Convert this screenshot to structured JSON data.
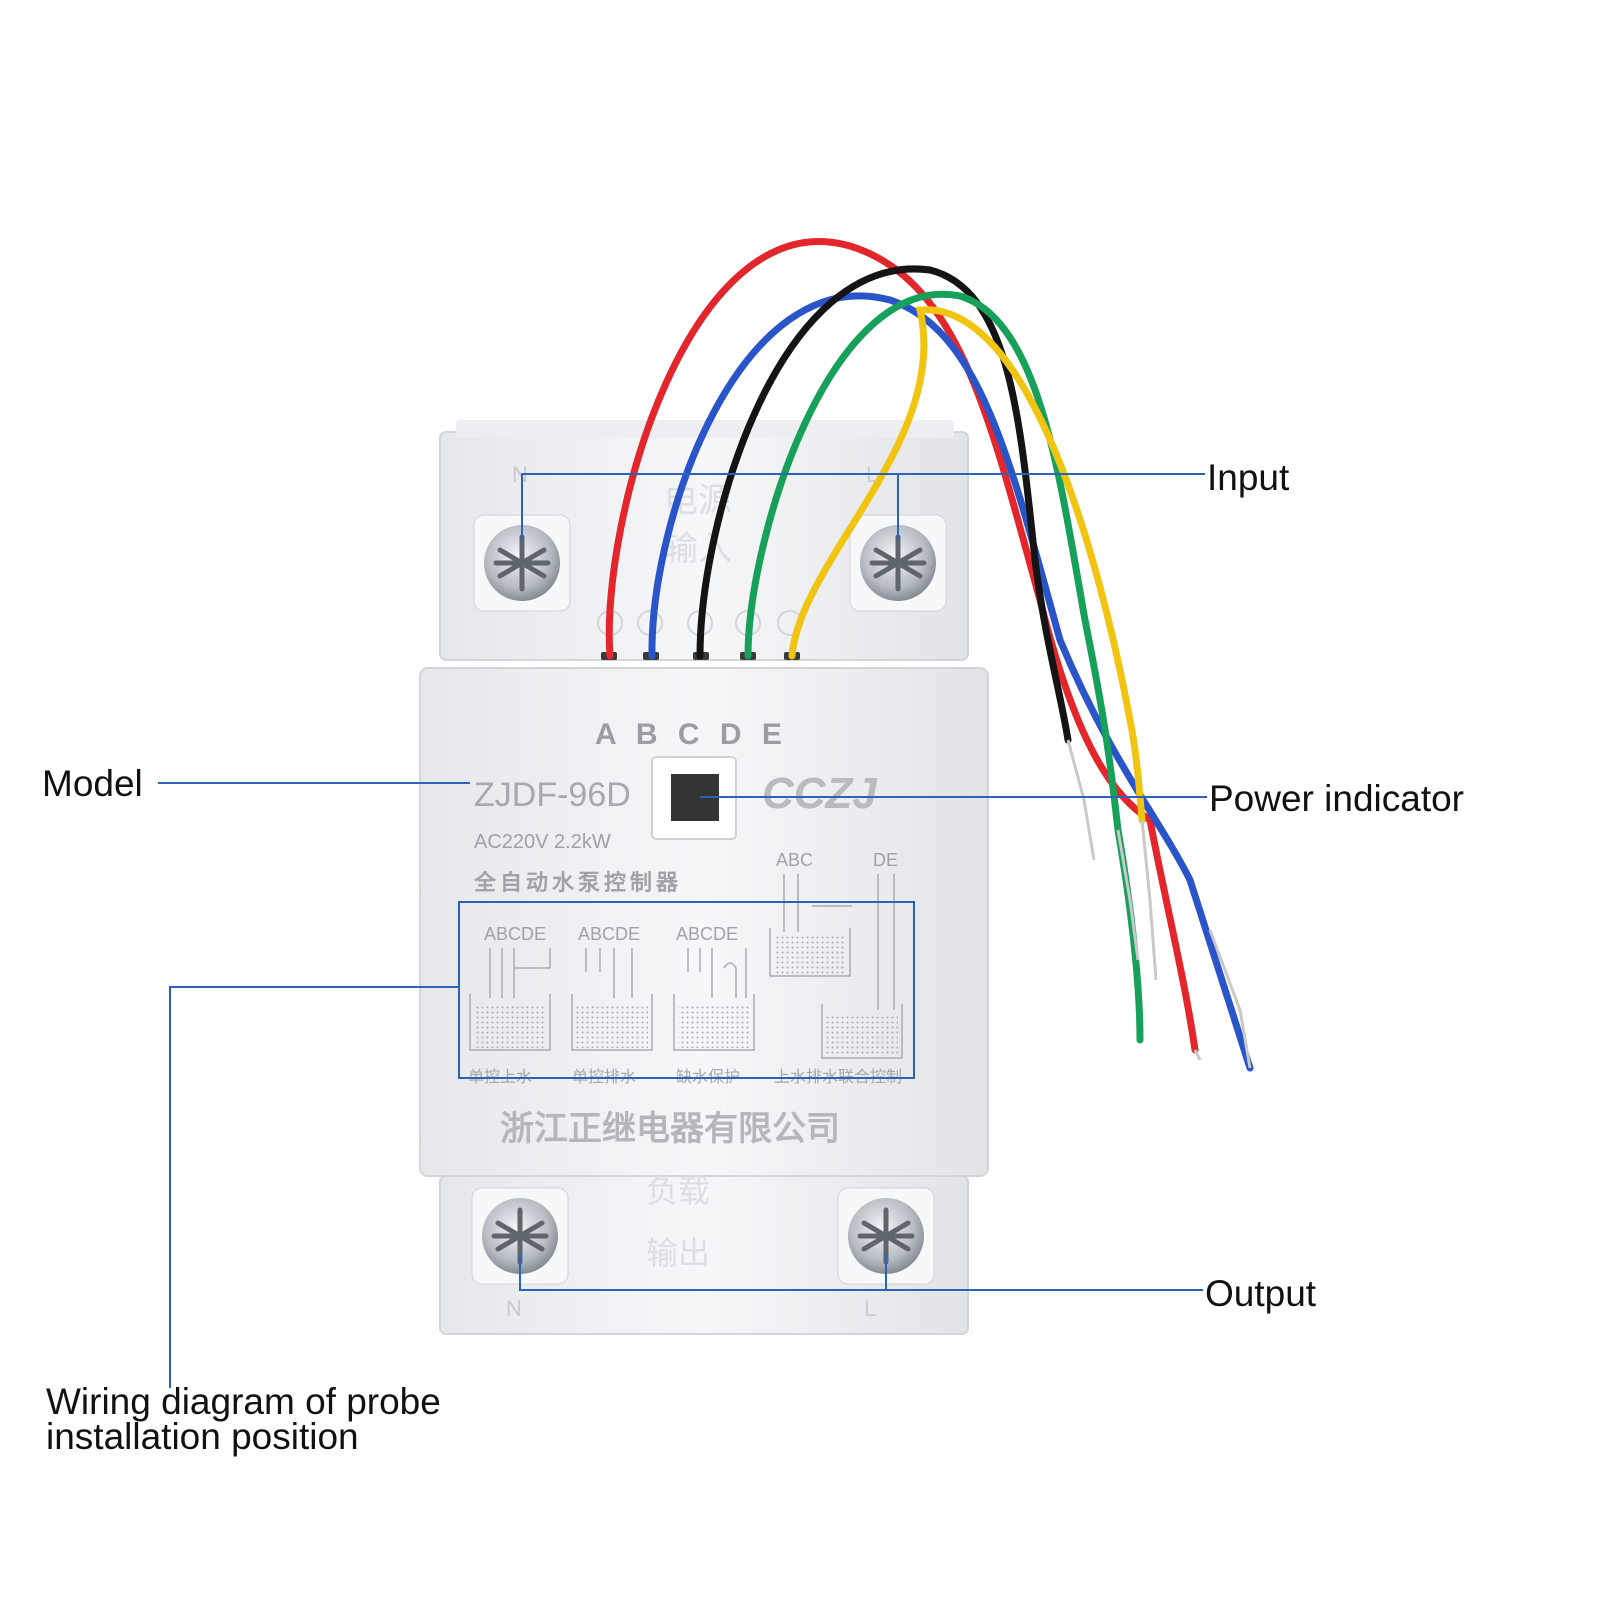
{
  "callouts": {
    "input": "Input",
    "power_indicator": "Power indicator",
    "output": "Output",
    "model": "Model",
    "wiring": "Wiring diagram of probe installation position"
  },
  "device": {
    "terminal_letters": "A B C D E",
    "model_number": "ZJDF-96D",
    "rating": "AC220V  2.2kW",
    "brand": "CCZJ",
    "product_name_cn": "全自动水泵控制器",
    "diagram_labels": [
      "ABCDE",
      "ABCDE",
      "ABCDE"
    ],
    "diagram_label_abc": "ABC",
    "diagram_label_de": "DE",
    "mode_labels": [
      "单控上水",
      "单控排水",
      "缺水保护",
      "上水排水联合控制"
    ],
    "manufacturer_cn": "浙江正继电器有限公司",
    "top_label_cn": [
      "电源",
      "输入"
    ],
    "bottom_label_cn": [
      "负载",
      "输出"
    ],
    "terminal_n": "N",
    "terminal_l": "L",
    "probe_circles": [
      "A",
      "B",
      "C",
      "D",
      "E"
    ]
  },
  "colors": {
    "wire_red": "#e3262b",
    "wire_blue": "#2a55c9",
    "wire_black": "#141414",
    "wire_green": "#16a05a",
    "wire_yellow": "#f2c412",
    "leader": "#2b63b8",
    "housing": "#f1f2f4"
  }
}
